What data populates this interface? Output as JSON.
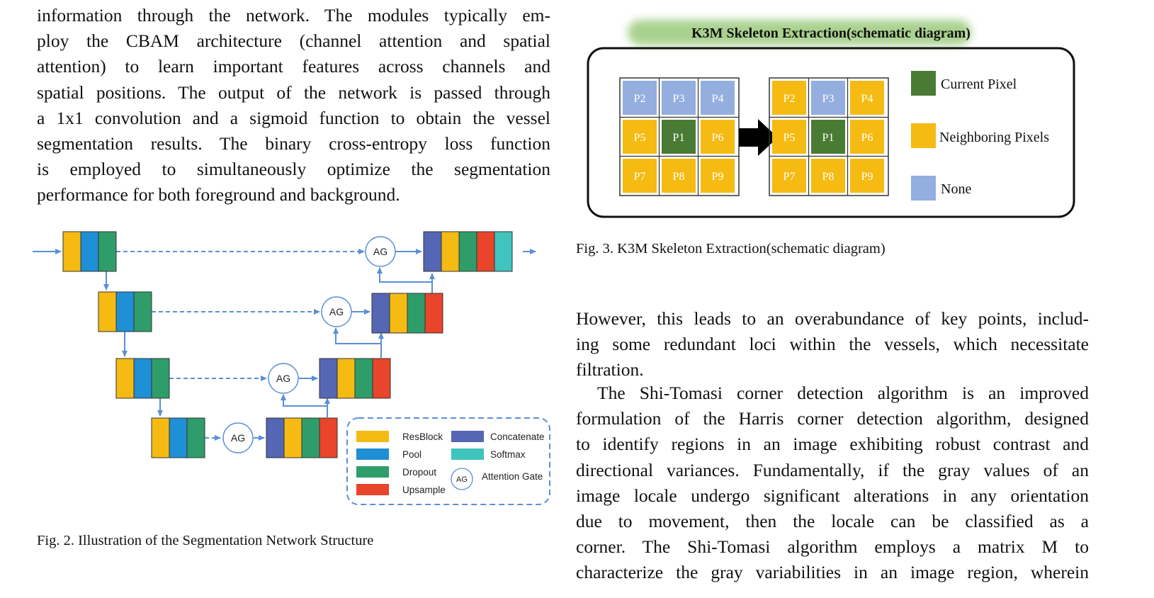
{
  "left_paragraph": {
    "lines": [
      "information through the network. The modules typically em-",
      "ploy the CBAM architecture (channel attention and spatial",
      "attention) to learn important features across channels and",
      "spatial positions. The output of the network is passed through",
      "a 1x1 convolution and a sigmoid function to obtain the vessel",
      "segmentation results. The binary cross-entropy loss function",
      "is employed to simultaneously optimize the segmentation",
      "performance for both foreground and background."
    ]
  },
  "fig2": {
    "caption": "Fig. 2.  Illustration of the Segmentation Network Structure",
    "ag_label": "AG",
    "legend": {
      "resblock": "ResBlock",
      "pool": "Pool",
      "dropout": "Dropout",
      "upsample": "Upsample",
      "concatenate": "Concatenate",
      "softmax": "Softmax",
      "attention_gate": "Attention Gate"
    }
  },
  "fig3": {
    "title": "K3M Skeleton Extraction(schematic diagram)",
    "caption": "Fig. 3.  K3M Skeleton Extraction(schematic diagram)",
    "grid_before": [
      "P2",
      "P3",
      "P4",
      "P5",
      "P1",
      "P6",
      "P7",
      "P8",
      "P9"
    ],
    "grid_after": [
      "P2",
      "P3",
      "P4",
      "P5",
      "P1",
      "P6",
      "P7",
      "P8",
      "P9"
    ],
    "legend": {
      "current": "Current Pixel",
      "neighbor": "Neighboring Pixels",
      "none": "None"
    }
  },
  "right_paragraph_1": {
    "lines": [
      "However, this leads to an overabundance of key points, includ-",
      "ing some redundant loci within the vessels, which necessitate",
      "filtration."
    ]
  },
  "right_paragraph_2": {
    "lines": [
      "The Shi-Tomasi corner detection algorithm is an improved",
      "formulation of the Harris corner detection algorithm, designed",
      "to identify regions in an image exhibiting robust contrast and",
      "directional variances. Fundamentally, if the gray values of an",
      "image locale undergo significant alterations in any orientation",
      "due to movement, then the locale can be classified as a",
      "corner. The Shi-Tomasi algorithm employs a matrix M to",
      "characterize the gray variabilities in an image region, wherein"
    ]
  },
  "colors": {
    "resblock": "#f5bb13",
    "pool": "#1f8fd6",
    "dropout": "#2f9d6a",
    "upsample": "#e8452a",
    "concatenate": "#5566b5",
    "softmax": "#3fc4be",
    "arrow": "#5b8fd6",
    "current_pixel": "#4a7b35",
    "neighbor_pixel": "#f5bb13",
    "none_pixel": "#93aedf"
  }
}
